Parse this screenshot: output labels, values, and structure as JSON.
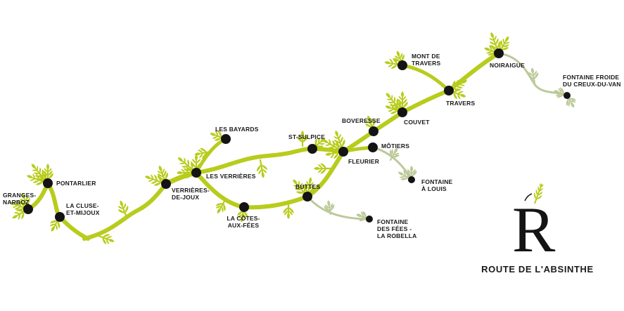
{
  "colors": {
    "route": "#b8cc1c",
    "route_light": "#cfe07a",
    "side": "#bcc99a",
    "town": "#141414"
  },
  "towns": [
    {
      "id": "grangesnarboz",
      "label": [
        "GRANGES-",
        "NARBOZ"
      ]
    },
    {
      "id": "pontarlier",
      "label": [
        "PONTARLIER"
      ]
    },
    {
      "id": "lacluse",
      "label": [
        "LA CLUSE-",
        "ET-MIJOUX"
      ]
    },
    {
      "id": "verrieresdejoux",
      "label": [
        "VERRIÈRES-",
        "DE-JOUX"
      ]
    },
    {
      "id": "lesverrieres",
      "label": [
        "LES VERRIÈRES"
      ]
    },
    {
      "id": "lesbayards",
      "label": [
        "LES BAYARDS"
      ]
    },
    {
      "id": "lacotesauxfees",
      "label": [
        "LA CÔTES-",
        "AUX-FÉES"
      ]
    },
    {
      "id": "stsulpice",
      "label": [
        "ST-SULPICE"
      ]
    },
    {
      "id": "buttes",
      "label": [
        "BUTTES"
      ]
    },
    {
      "id": "fleurier",
      "label": [
        "FLEURIER"
      ]
    },
    {
      "id": "boveresse",
      "label": [
        "BOVERESSE"
      ]
    },
    {
      "id": "motiers",
      "label": [
        "MÔTIERS"
      ]
    },
    {
      "id": "couvet",
      "label": [
        "COUVET"
      ]
    },
    {
      "id": "montdetravers",
      "label": [
        "MONT DE",
        "TRAVERS"
      ]
    },
    {
      "id": "travers",
      "label": [
        "TRAVERS"
      ]
    },
    {
      "id": "noiraigue",
      "label": [
        "NOIRAIGUE"
      ]
    }
  ],
  "fountains": [
    {
      "id": "fontainealouis",
      "label": [
        "FONTAINE",
        "À LOUIS"
      ]
    },
    {
      "id": "fontainedesfees",
      "label": [
        "FONTAINE",
        "DES FÉES -",
        "LA ROBELLA"
      ]
    },
    {
      "id": "fontainefroide",
      "label": [
        "FONTAINE FROIDE",
        "DU CREUX-DU-VAN"
      ]
    }
  ],
  "brand": {
    "letter": "R",
    "title": "ROUTE DE L'ABSINTHE"
  }
}
